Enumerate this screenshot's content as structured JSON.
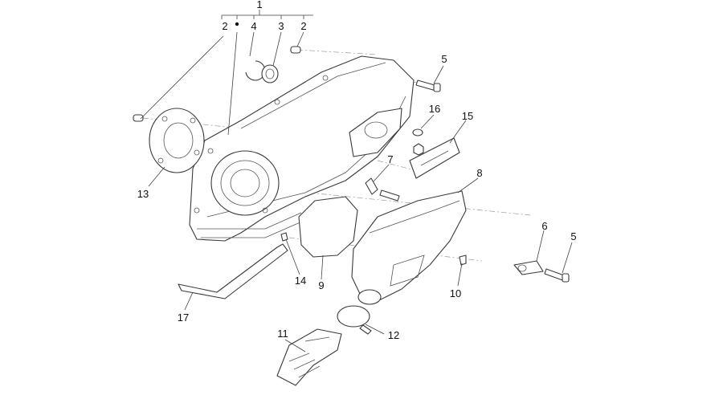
{
  "diagram": {
    "callouts": {
      "group": "1",
      "c2a": "2",
      "c4": "4",
      "c3": "3",
      "c2b": "2",
      "c5a": "5",
      "c16": "16",
      "c15": "15",
      "c7": "7",
      "c8": "8",
      "c13": "13",
      "c6": "6",
      "c5b": "5",
      "c14": "14",
      "c9": "9",
      "c10": "10",
      "c17": "17",
      "c11": "11",
      "c12": "12"
    }
  }
}
